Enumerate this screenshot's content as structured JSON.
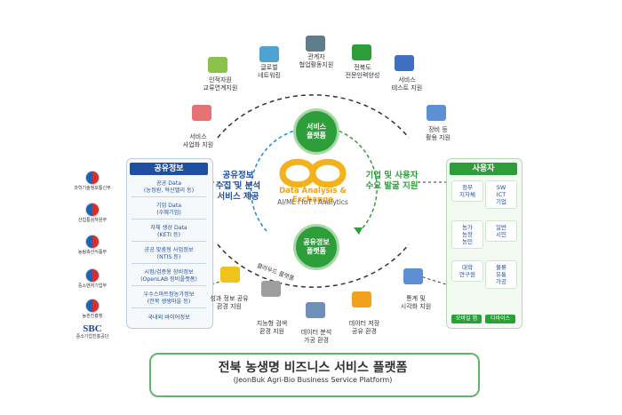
{
  "agencies": [
    "과학기술정보통신부",
    "산업통상자원부",
    "농림축산식품부",
    "중소벤처기업부",
    "농촌진흥청"
  ],
  "sbc": {
    "logo": "SBC",
    "name": "중소기업진흥공단"
  },
  "info_panel": {
    "title": "공유정보",
    "items": [
      "공공 Data\n(농정원, 혁신밸리 등)",
      "기업 Data\n(수혜기업)",
      "자체 생성 Data\n(KETI 등)",
      "공공 맞춤형 사업정보\n(NTIS 등)",
      "시험/검증용 장비정보\n(OpenLAB 장비플랫폼)",
      "우수스마트팜농가정보\n(전북 생생마을 등)",
      "국내외 바이어정보"
    ]
  },
  "user_panel": {
    "title": "사용자",
    "cells": [
      "정부\n지자체",
      "SW\nICT\n기업",
      "농가\n농장\n농민",
      "일반\n시민",
      "대학\n연구원",
      "물류\n유통\n가공"
    ],
    "devices": [
      "모바일 앱",
      "디바이스"
    ]
  },
  "center": {
    "top_node": "서비스\n플랫폼",
    "bottom_node": "공유정보\n플랫폼",
    "main": "Data Analysis & Exchange",
    "sub": "AI/ML l IoT l Analytics",
    "left_note": "공유정보\n수집 및 분석\n서비스 제공",
    "right_note": "기업 및 사용자\n수요 발굴 지원",
    "cloud_label": "클라우드 플랫폼"
  },
  "top_services": [
    "인적자원\n교류연계지원",
    "글로벌\n네트워킹",
    "관계자\n협업활동지원",
    "전북도\n전문인력양성",
    "서비스\n테스트 지원"
  ],
  "side_services": {
    "left_top": "서비스\n사업화 지원",
    "right_top": "장비 등\n활용 지원"
  },
  "bottom_services": [
    "성과 정보 공유\n환경 지원",
    "지능형 검색\n환경 지원",
    "데이터 분석\n가공 환경",
    "데이터 저장\n공유 환경",
    "통계 및\n시각화 지원"
  ],
  "title": {
    "ko": "전북 농생명 비즈니스 서비스 플랫폼",
    "en": "(JeonBuk Agri-Bio Business Service Platform)"
  }
}
